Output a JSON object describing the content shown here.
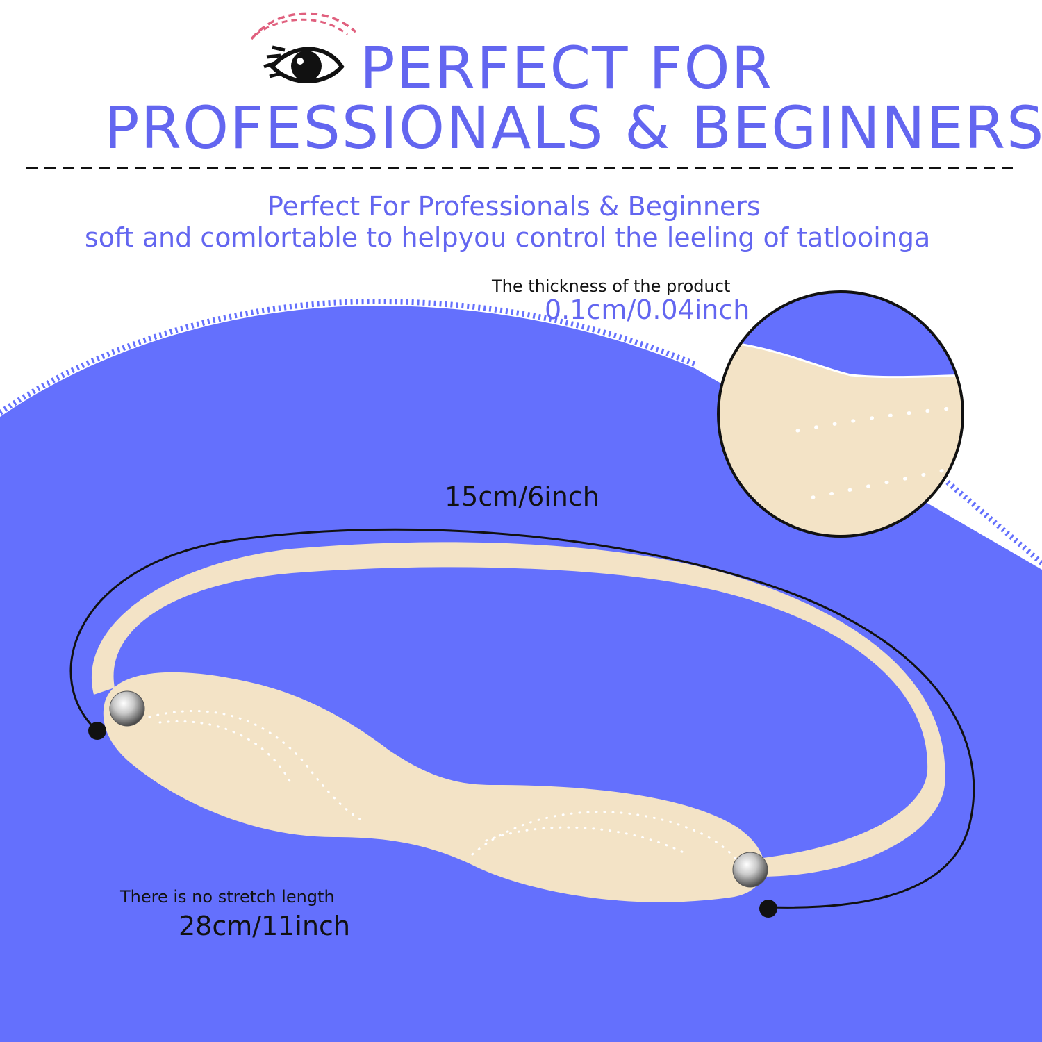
{
  "colors": {
    "accent": "#6366f0",
    "background_blue": "#6470fd",
    "strap": "#f3e3c6",
    "brow_arc": "#e0607e",
    "ink": "#111111"
  },
  "header": {
    "icon": "eye-icon",
    "title_line1": "PERFECT FOR",
    "title_line2": "PROFESSIONALS & BEGINNERS"
  },
  "tagline": {
    "line1": "Perfect For Professionals & Beginners",
    "line2": "soft and comlortable to helpyou control the leeling of tatlooinga"
  },
  "thickness": {
    "label": "The thickness of the product",
    "value": "0.1cm/0.04inch"
  },
  "width_measure": {
    "value": "15cm/6inch"
  },
  "length_measure": {
    "label": "There is no stretch length",
    "value": "28cm/11inch"
  }
}
